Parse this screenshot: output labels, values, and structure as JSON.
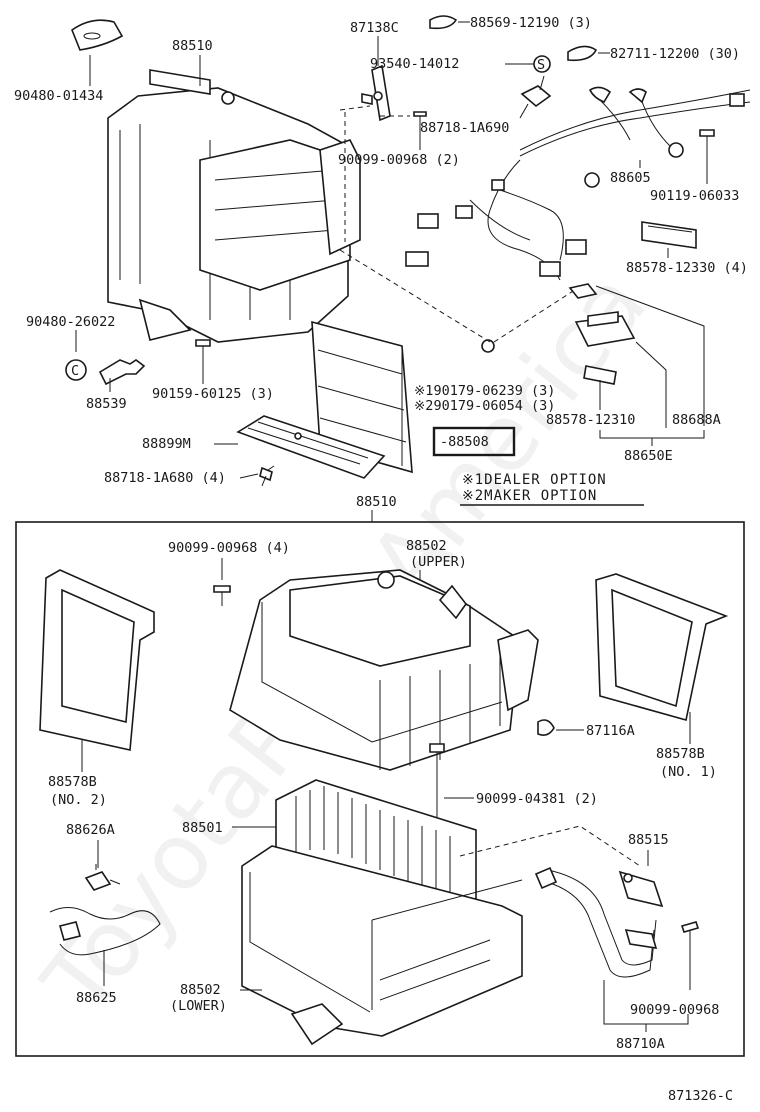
{
  "watermark": "ToyotaPartsAmerica",
  "diagram_code": "871326-C",
  "notes": {
    "dealer_option": "※1DEALER OPTION",
    "maker_option": "※2MAKER OPTION"
  },
  "parts": {
    "p90480_01434": "90480-01434",
    "p88510_top": "88510",
    "p87138c": "87138C",
    "p88569": "88569-12190 (3)",
    "p93540": "93540-14012",
    "p82711": "82711-12200 (30)",
    "p88718_1a690": "88718-1A690",
    "p90099_00968_2": "90099-00968 (2)",
    "p88605": "88605",
    "p90119": "90119-06033",
    "p88578_12330": "88578-12330 (4)",
    "p90480_26022": "90480-26022",
    "p88539": "88539",
    "p90159": "90159-60125 (3)",
    "p190179": "※190179-06239 (3)",
    "p290179": "※290179-06054 (3)",
    "p88578_12310": "88578-12310",
    "p88688a": "88688A",
    "p88899m": "88899M",
    "p88508": "-88508",
    "p88718_1a680": "88718-1A680 (4)",
    "p88650e": "88650E",
    "p88510_box": "88510",
    "p90099_00968_4": "90099-00968 (4)",
    "p88502_upper": "88502",
    "p88502_upper_sub": "(UPPER)",
    "p88578b_no2": "88578B",
    "p88578b_no2_sub": "(NO. 2)",
    "p87116a": "87116A",
    "p88578b_no1": "88578B",
    "p88578b_no1_sub": "(NO. 1)",
    "p90099_04381": "90099-04381 (2)",
    "p88501": "88501",
    "p88626a": "88626A",
    "p88515": "88515",
    "p88625": "88625",
    "p88502_lower": "88502",
    "p88502_lower_sub": "(LOWER)",
    "p90099_00968": "90099-00968",
    "p88710a": "88710A"
  }
}
